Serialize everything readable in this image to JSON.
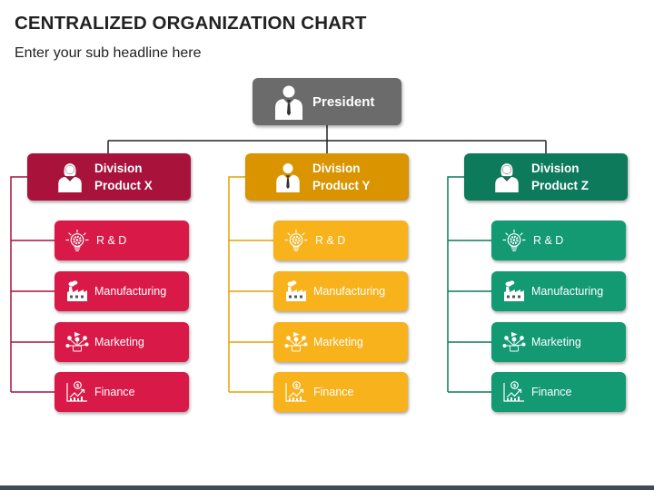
{
  "header": {
    "title": "CENTRALIZED ORGANIZATION CHART",
    "subtitle": "Enter your sub headline here"
  },
  "president": {
    "label": "President",
    "icon": "businessman-icon",
    "color": "#6b6b6b"
  },
  "divisions": [
    {
      "line1": "Division",
      "line2": "Product X",
      "icon": "businesswoman-icon",
      "color": "#a8123b",
      "item_color": "#d91a48",
      "items": [
        {
          "label": "R & D",
          "icon": "lightbulb-gear-icon"
        },
        {
          "label": "Manufacturing",
          "icon": "factory-icon"
        },
        {
          "label": "Marketing",
          "icon": "marketing-icon"
        },
        {
          "label": "Finance",
          "icon": "finance-chart-icon"
        }
      ]
    },
    {
      "line1": "Division",
      "line2": "Product Y",
      "icon": "businessman-icon",
      "color": "#d99400",
      "item_color": "#f7b21c",
      "items": [
        {
          "label": "R & D",
          "icon": "lightbulb-gear-icon"
        },
        {
          "label": "Manufacturing",
          "icon": "factory-icon"
        },
        {
          "label": "Marketing",
          "icon": "marketing-icon"
        },
        {
          "label": "Finance",
          "icon": "finance-chart-icon"
        }
      ]
    },
    {
      "line1": "Division",
      "line2": "Product Z",
      "icon": "businesswoman-icon",
      "color": "#0c7a5b",
      "item_color": "#139a73",
      "items": [
        {
          "label": "R & D",
          "icon": "lightbulb-gear-icon"
        },
        {
          "label": "Manufacturing",
          "icon": "factory-icon"
        },
        {
          "label": "Marketing",
          "icon": "marketing-icon"
        },
        {
          "label": "Finance",
          "icon": "finance-chart-icon"
        }
      ]
    }
  ]
}
